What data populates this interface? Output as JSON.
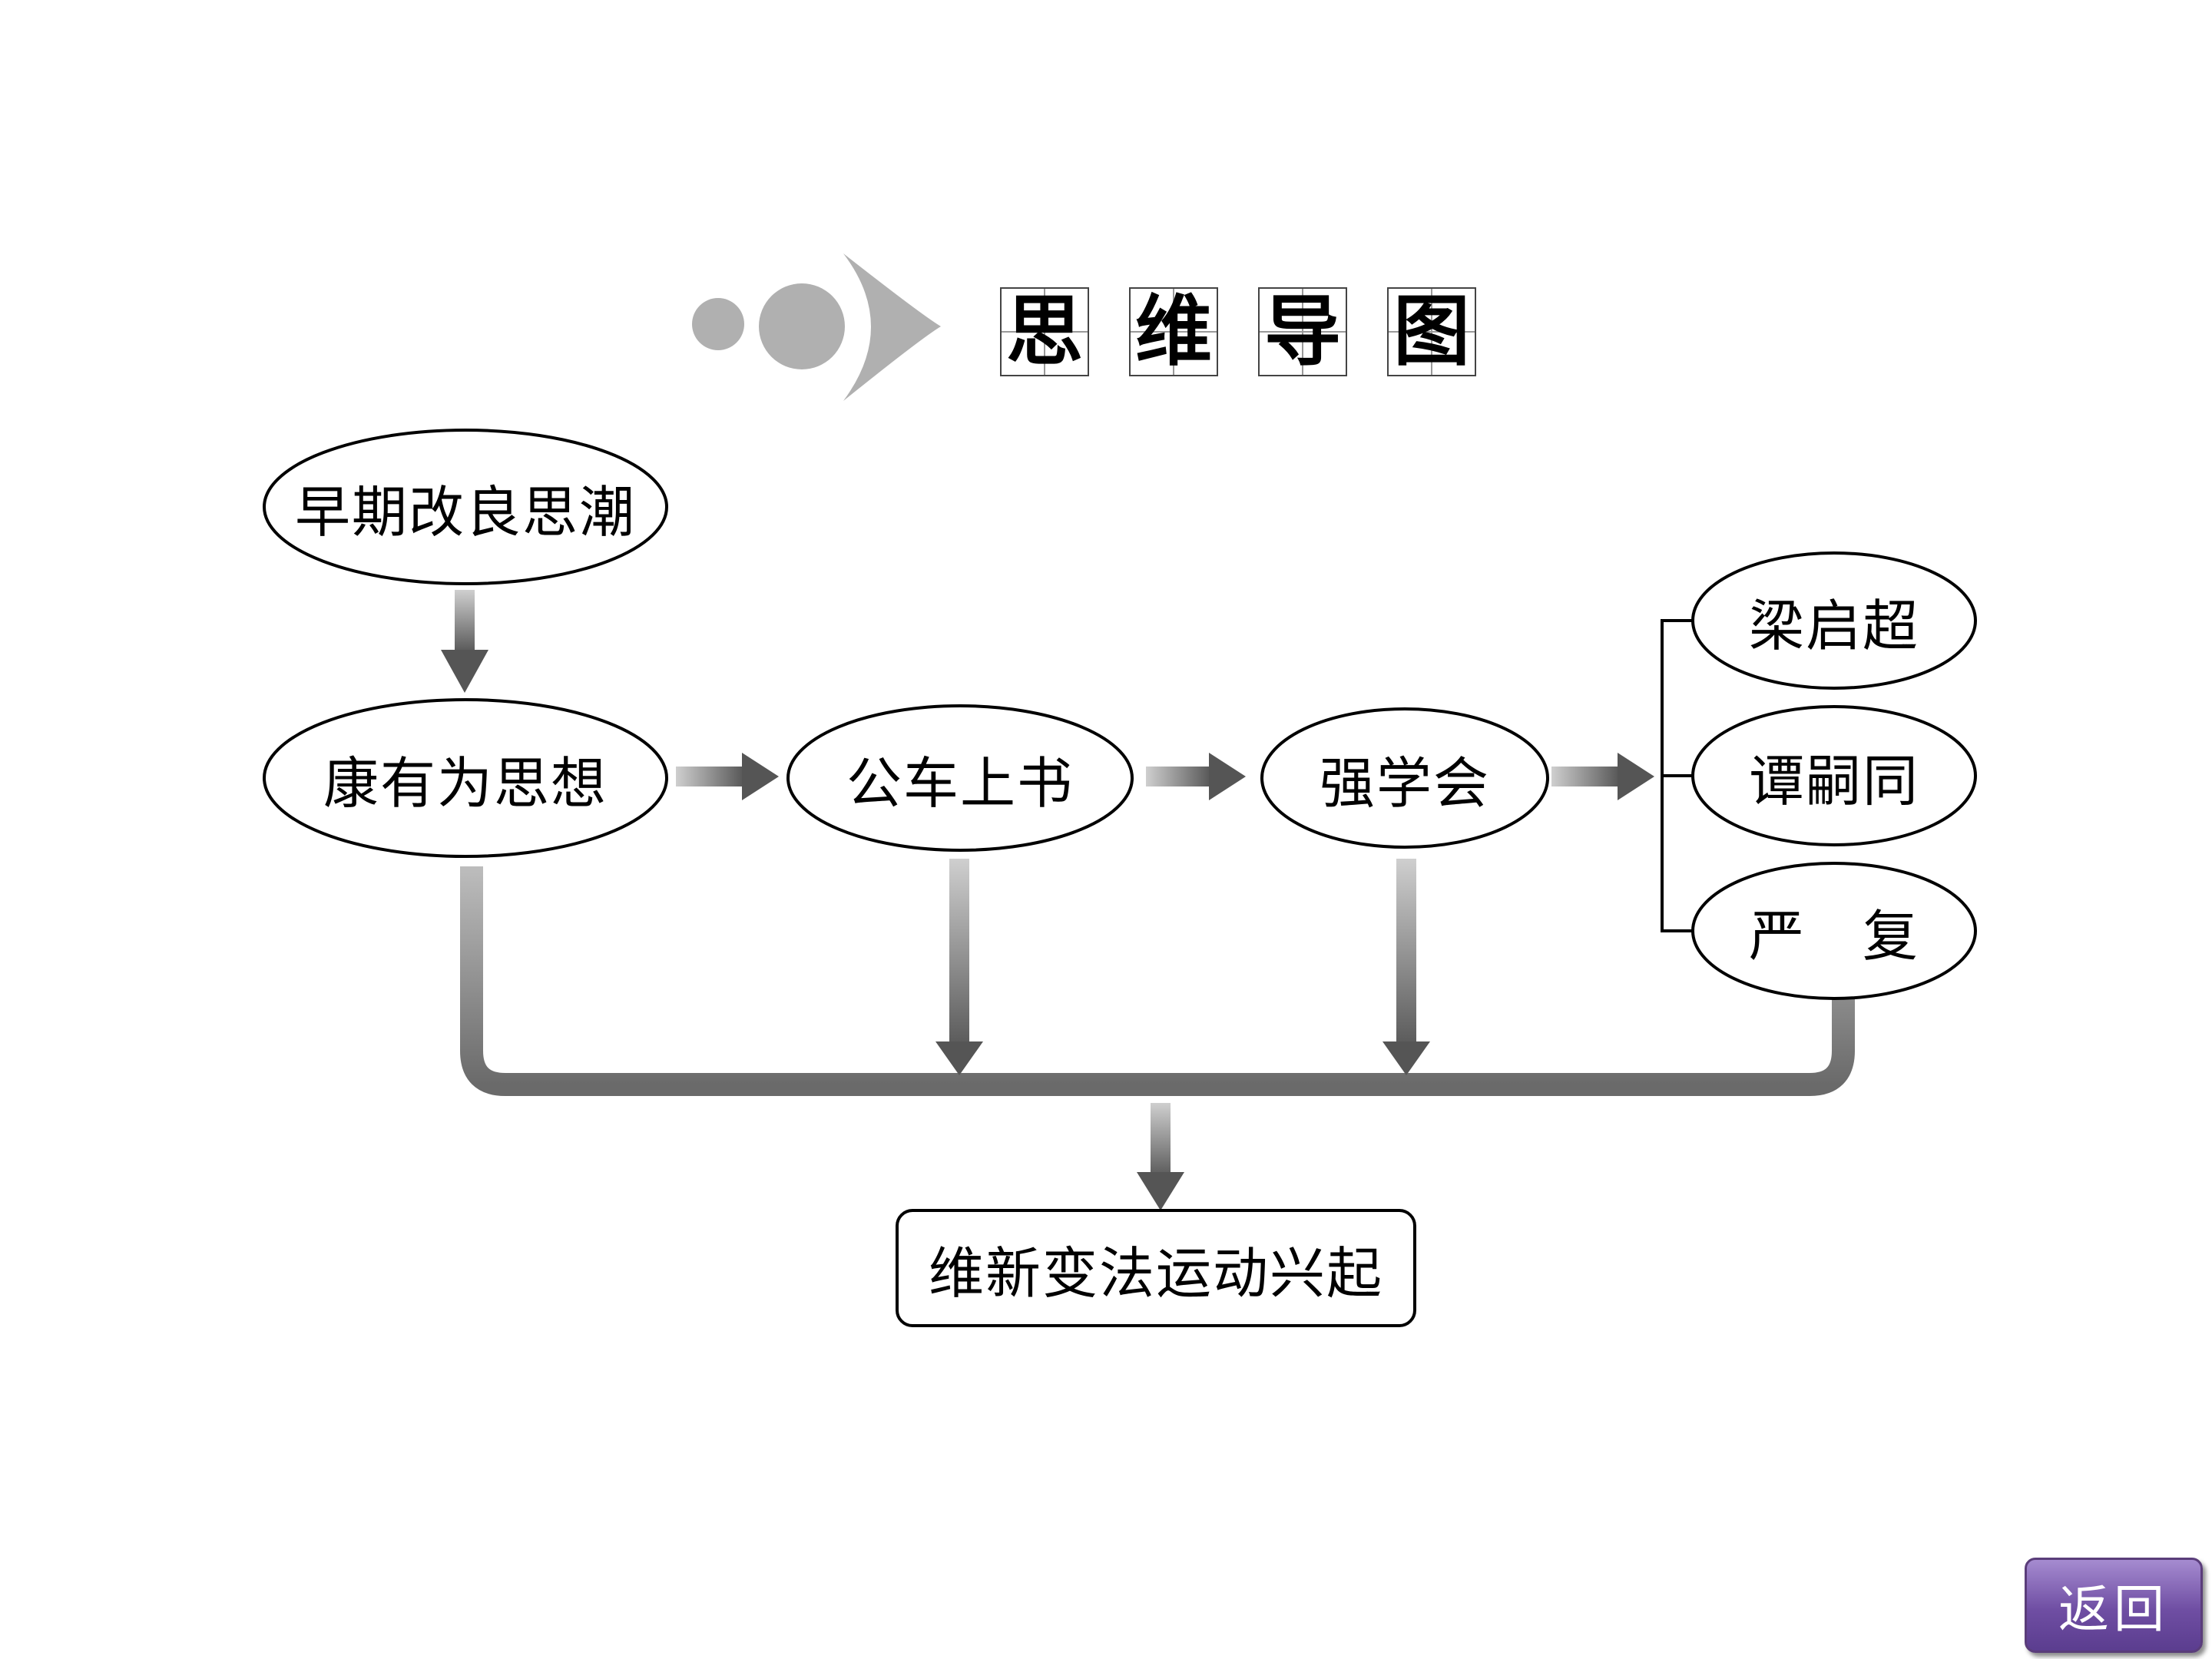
{
  "title": {
    "chars": [
      "思",
      "维",
      "导",
      "图"
    ]
  },
  "nodes": {
    "early_reform": "早期改良思潮",
    "kang_youwei": "康有为思想",
    "gongche_shangshu": "公车上书",
    "qiangxuehui": "强学会",
    "liang_qichao": "梁启超",
    "tan_sitong": "谭嗣同",
    "yan_fu": "严　复",
    "reform_rise": "维新变法运动兴起"
  },
  "back_button": {
    "label": "返回"
  }
}
